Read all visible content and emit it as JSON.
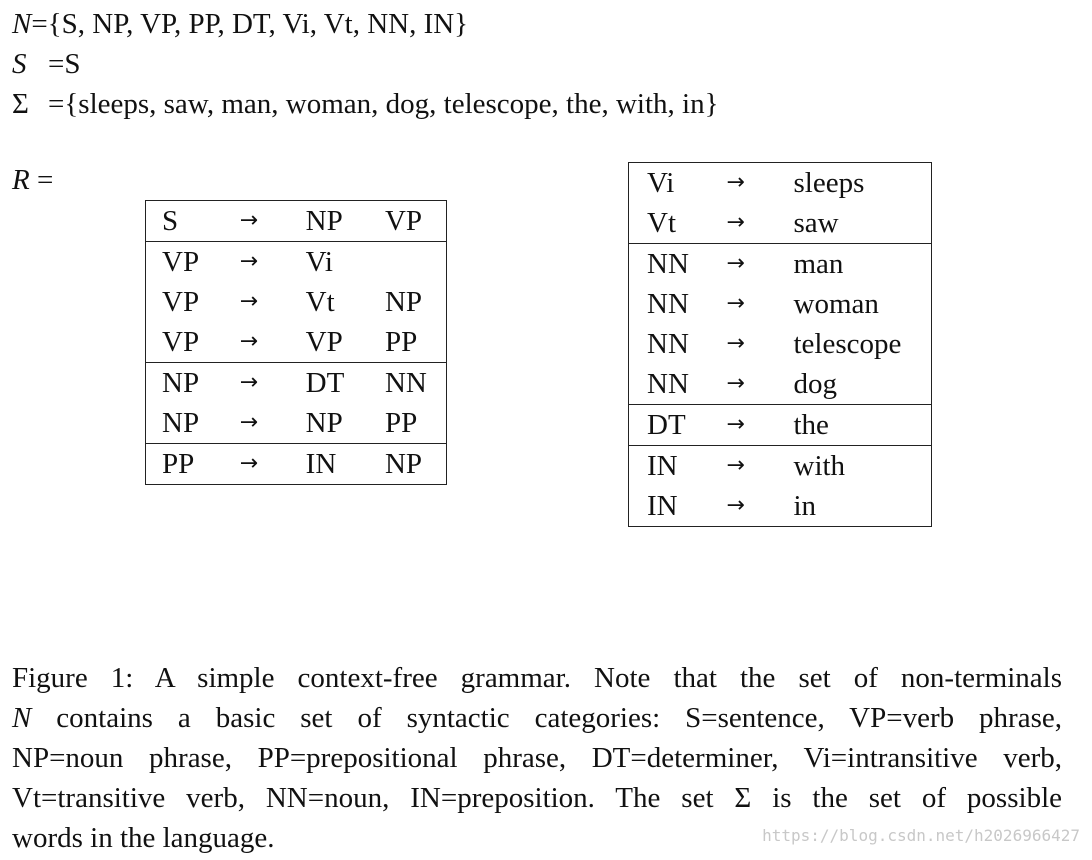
{
  "definitions": {
    "n": {
      "symbol": "N",
      "equals": " = ",
      "value": "{S, NP, VP, PP, DT, Vi, Vt, NN, IN}"
    },
    "s": {
      "symbol": "S",
      "equals": "= ",
      "value": "S"
    },
    "sigma": {
      "symbol": "Σ",
      "equals": "= ",
      "value": "{sleeps, saw, man, woman, dog, telescope, the, with, in}"
    },
    "r": {
      "symbol": "R",
      "equals": " ="
    }
  },
  "arrow": "→",
  "left_rules": [
    [
      [
        "S",
        "NP",
        "VP"
      ]
    ],
    [
      [
        "VP",
        "Vi",
        ""
      ],
      [
        "VP",
        "Vt",
        "NP"
      ],
      [
        "VP",
        "VP",
        "PP"
      ]
    ],
    [
      [
        "NP",
        "DT",
        "NN"
      ],
      [
        "NP",
        "NP",
        "PP"
      ]
    ],
    [
      [
        "PP",
        "IN",
        "NP"
      ]
    ]
  ],
  "right_rules": [
    [
      [
        "Vi",
        "sleeps"
      ],
      [
        "Vt",
        "saw"
      ]
    ],
    [
      [
        "NN",
        "man"
      ],
      [
        "NN",
        "woman"
      ],
      [
        "NN",
        "telescope"
      ],
      [
        "NN",
        "dog"
      ]
    ],
    [
      [
        "DT",
        "the"
      ]
    ],
    [
      [
        "IN",
        "with"
      ],
      [
        "IN",
        "in"
      ]
    ]
  ],
  "caption": {
    "line1": "Figure 1:  A simple context-free grammar.  Note that the set of non-terminals",
    "line2_symbol": "N",
    "line2_rest": " contains a basic set of syntactic categories:  S=sentence, VP=verb phrase,",
    "line3": "NP=noun phrase, PP=prepositional phrase, DT=determiner, Vi=intransitive verb,",
    "line4": "Vt=transitive verb, NN=noun, IN=preposition.  The set Σ is the set of possible",
    "line5": "words in the language."
  },
  "watermark": "https://blog.csdn.net/h2026966427"
}
